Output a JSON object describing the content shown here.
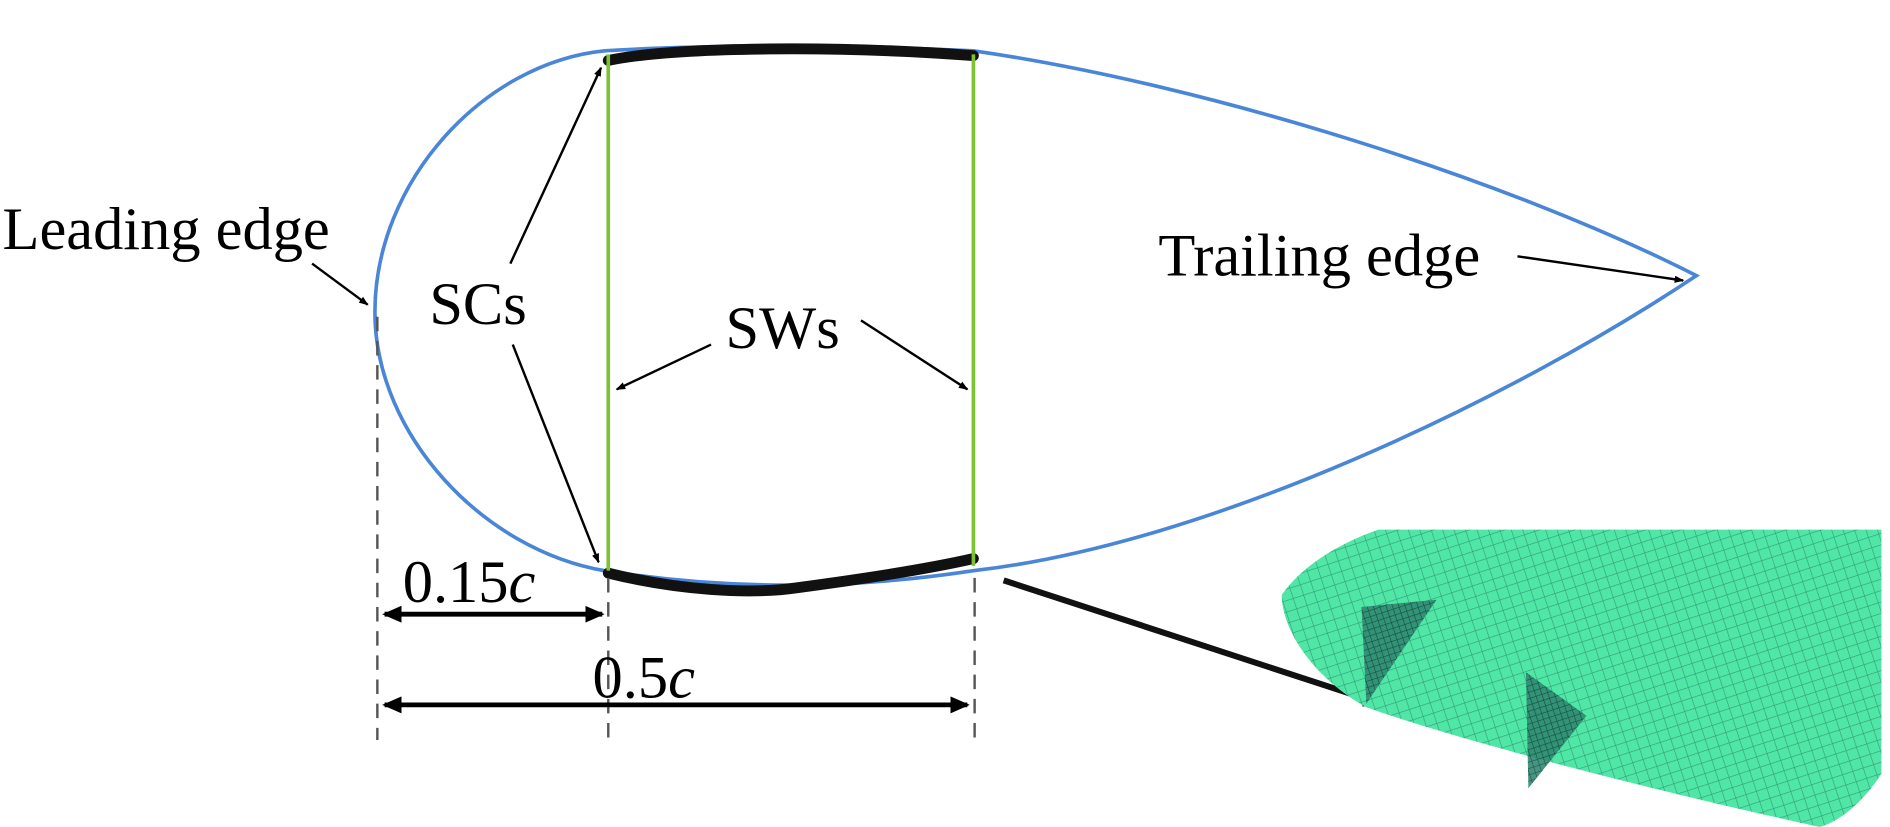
{
  "labels": {
    "leading_edge": "Leading edge",
    "trailing_edge": "Trailing edge",
    "spar_caps": "SCs",
    "shear_webs": "SWs",
    "dim_small_num": "0.15",
    "dim_small_var": "c",
    "dim_large_num": "0.5",
    "dim_large_var": "c"
  },
  "colors": {
    "airfoil_outline": "#4a86d8",
    "shear_web": "#7cc233",
    "spar_cap": "#111111",
    "mesh_fill": "#4fe6a6",
    "mesh_line": "#1f6b5a"
  }
}
